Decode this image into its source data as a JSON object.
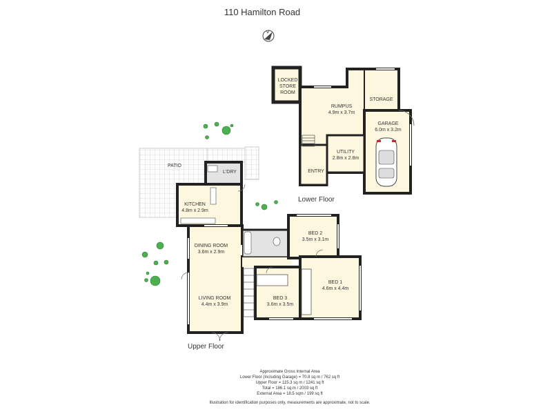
{
  "title": "110 Hamilton Road",
  "compass_icon": "compass-north-arrow-icon",
  "colors": {
    "room_fill": "#fdf7df",
    "wall": "#222222",
    "patio": "#d4d4d4",
    "grey_room": "#e3e3e3",
    "tree": "#4caf50"
  },
  "floors": {
    "lower": "Lower Floor",
    "upper": "Upper Floor"
  },
  "rooms": {
    "locked_store": {
      "l1": "LOCKED",
      "l2": "STORE",
      "l3": "ROOM"
    },
    "rumpus": {
      "name": "RUMPUS",
      "dims": "4.9m x 3.7m"
    },
    "storage": {
      "name": "STORAGE"
    },
    "garage": {
      "name": "GARAGE",
      "dims": "6.0m x 3.2m"
    },
    "utility": {
      "name": "UTILITY",
      "dims": "2.8m x 2.8m"
    },
    "entry": {
      "name": "ENTRY"
    },
    "patio": {
      "name": "PATIO"
    },
    "laundry": {
      "name": "L'DRY"
    },
    "kitchen": {
      "name": "KITCHEN",
      "dims": "4.8m x 2.9m"
    },
    "dining": {
      "name": "DINING ROOM",
      "dims": "3.6m x 2.9m"
    },
    "living": {
      "name": "LIVING ROOM",
      "dims": "4.4m x 3.9m"
    },
    "bed1": {
      "name": "BED 1",
      "dims": "4.6m x 4.4m"
    },
    "bed2": {
      "name": "BED 2",
      "dims": "3.5m x 3.1m"
    },
    "bed3": {
      "name": "BED 3",
      "dims": "3.6m x 3.5m"
    }
  },
  "area_notes": {
    "heading": "Approximate Gross Internal Area",
    "lower": "Lower Floor (Including Garage) = 70.8 sq m / 762 sq ft",
    "upper": "Upper Floor = 115.3 sq m / 1241 sq ft",
    "total": "Total = 186.1 sq m / 2003 sq ft",
    "external": "External Area = 18.5 sqm / 199 sq ft"
  },
  "disclaimer": "Illustration for identification purposes only, measurements are approximate, not to scale."
}
